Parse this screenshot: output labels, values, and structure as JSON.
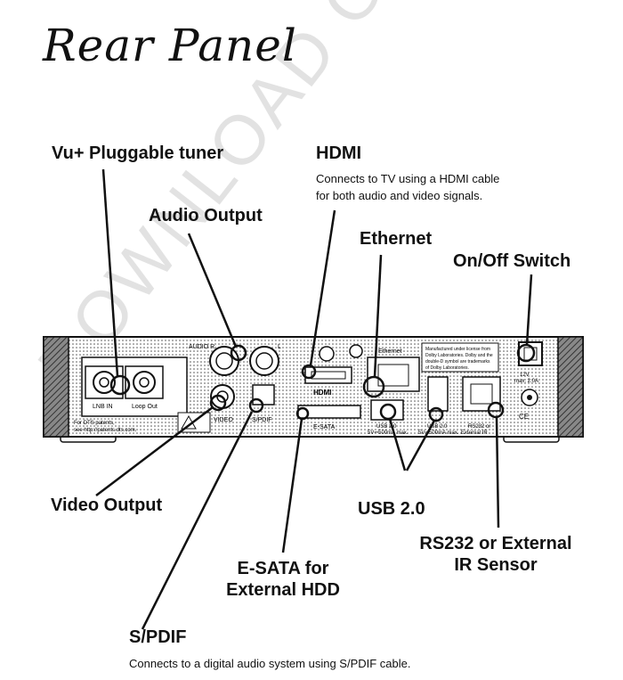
{
  "title": "Rear Panel",
  "watermark": "DOWNLOAD ONLY",
  "callouts": {
    "tuner": "Vu+ Pluggable tuner",
    "hdmi": "HDMI",
    "hdmi_desc": "Connects to TV using a HDMI cable for both audio and video signals.",
    "audio_output": "Audio Output",
    "ethernet": "Ethernet",
    "onoff": "On/Off Switch",
    "video_output": "Video Output",
    "usb": "USB 2.0",
    "rs232": "RS232 or External IR Sensor",
    "esata": "E-SATA for External HDD",
    "spdif": "S/PDIF",
    "spdif_desc": "Connects to a digital audio system using S/PDIF cable."
  },
  "panel": {
    "audio_r": "AUDIO R",
    "audio_l": "L",
    "lnb_in": "LNB IN",
    "loop_out": "Loop Out",
    "video": "VIDEO",
    "spdif": "S/PDIF",
    "hdmi": "HDMI",
    "esata": "E-SATA",
    "ethernet": "Ethernet",
    "dolby": "Manufactured under license from Dolby Laboratories. Dolby and the double-D symbol are trademarks of Dolby Laboratories.",
    "usb1": "USB 2.0 5V⎓500mA max.",
    "usb2": "USB 2.0 5V⎓500mA max.",
    "rs232": "RS232 or External IR",
    "power": "12V max. 2.0A",
    "dts": "For DTS patents, see http://patents.dts.com."
  }
}
